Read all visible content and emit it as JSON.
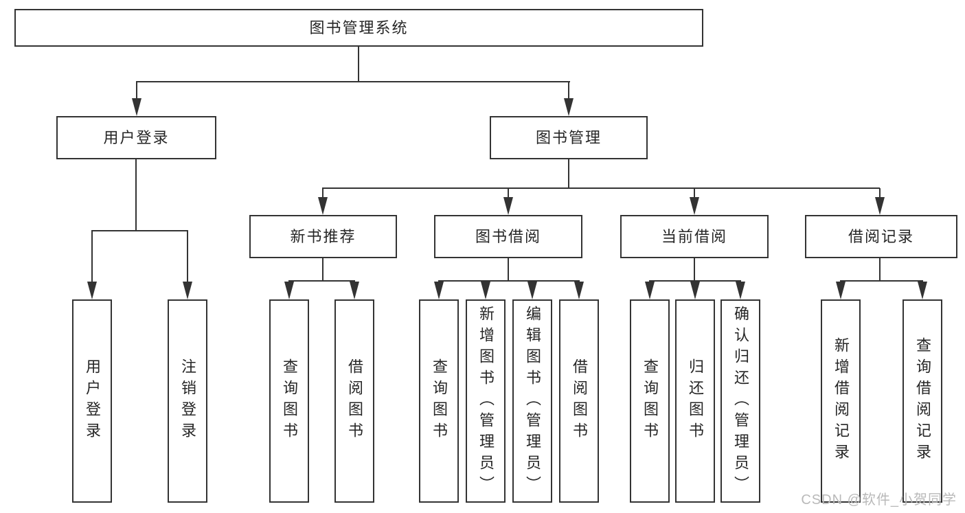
{
  "diagram": {
    "root": {
      "label": "图书管理系统"
    },
    "level2": {
      "user_login": {
        "label": "用户登录"
      },
      "book_management": {
        "label": "图书管理"
      }
    },
    "level3": {
      "new_book_recommend": {
        "label": "新书推荐"
      },
      "book_borrow": {
        "label": "图书借阅"
      },
      "current_borrow": {
        "label": "当前借阅"
      },
      "borrow_records": {
        "label": "借阅记录"
      }
    },
    "level4": {
      "user_login": {
        "label": "用户登录"
      },
      "logout": {
        "label": "注销登录"
      },
      "recommend_query_books": {
        "label": "查询图书"
      },
      "recommend_borrow_books": {
        "label": "借阅图书"
      },
      "borrow_query_books": {
        "label": "查询图书"
      },
      "borrow_add_books": {
        "label": "新增图书（管理员）"
      },
      "borrow_edit_books": {
        "label": "编辑图书（管理员）"
      },
      "borrow_borrow_books": {
        "label": "借阅图书"
      },
      "current_query_books": {
        "label": "查询图书"
      },
      "current_return_books": {
        "label": "归还图书"
      },
      "current_confirm_return": {
        "label": "确认归还（管理员）"
      },
      "records_add_record": {
        "label": "新增借阅记录"
      },
      "records_query_record": {
        "label": "查询借阅记录"
      }
    }
  },
  "watermark": {
    "text": "CSDN @软件_小贺同学"
  },
  "colors": {
    "line": "#333333",
    "box_border": "#333333",
    "box_fill": "#ffffff",
    "text": "#262626",
    "watermark": "#b9b9b9",
    "background": "#ffffff"
  }
}
